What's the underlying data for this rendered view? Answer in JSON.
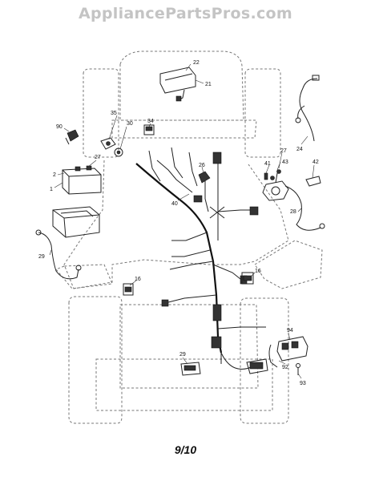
{
  "header": {
    "watermark": "AppliancePartsPros.com"
  },
  "footer": {
    "page_number": "9/10"
  },
  "callouts": [
    {
      "id": "c22",
      "label": "22"
    },
    {
      "id": "c21",
      "label": "21"
    },
    {
      "id": "c35",
      "label": "35"
    },
    {
      "id": "c34",
      "label": "34"
    },
    {
      "id": "c30",
      "label": "30"
    },
    {
      "id": "c90",
      "label": "90"
    },
    {
      "id": "c24",
      "label": "24"
    },
    {
      "id": "c27a",
      "label": "27"
    },
    {
      "id": "c2",
      "label": "2"
    },
    {
      "id": "c27b",
      "label": "27"
    },
    {
      "id": "c1",
      "label": "1"
    },
    {
      "id": "c41",
      "label": "41"
    },
    {
      "id": "c43",
      "label": "43"
    },
    {
      "id": "c42",
      "label": "42"
    },
    {
      "id": "c26",
      "label": "26"
    },
    {
      "id": "c40",
      "label": "40"
    },
    {
      "id": "c28",
      "label": "28"
    },
    {
      "id": "c29",
      "label": "29"
    },
    {
      "id": "c16a",
      "label": "16"
    },
    {
      "id": "c16b",
      "label": "16"
    },
    {
      "id": "c94",
      "label": "94"
    },
    {
      "id": "c92",
      "label": "92"
    },
    {
      "id": "c93",
      "label": "93"
    },
    {
      "id": "c29b",
      "label": "29"
    }
  ]
}
